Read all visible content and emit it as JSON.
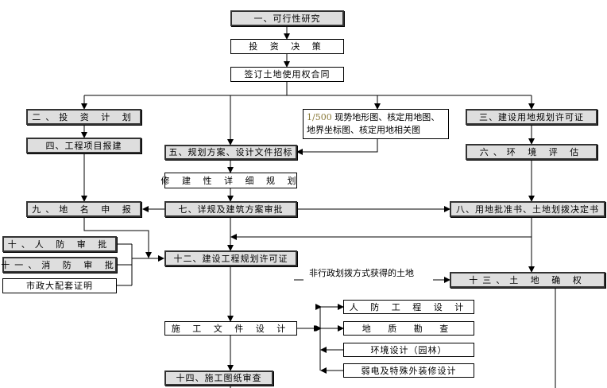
{
  "steps": {
    "s1": "一、可行性研究",
    "invest_decision": "投 资 决 策",
    "land_contract": "签订土地使用权合同",
    "s2": "二、投 资 计 划",
    "s4": "四、工程项目报建",
    "survey_maps_scale": "1/500",
    "survey_maps": " 现势地形图、核定用地图、地界坐标图、核定用地相关图",
    "s3": "三、建设用地规划许可证",
    "s6": "六、环 境 评 估",
    "s5": "五、规划方案、设计文件招标",
    "detail_plan": "修 建 性 详 细 规 划",
    "s7": "七、详规及建筑方案审批",
    "s9": "九、地 名 申 报",
    "s8": "八、用地批准书、土地划拨决定书",
    "s10": "十、人 防 审 批",
    "s11": "十一、消 防 审 批",
    "municipal": "市政大配套证明",
    "s12": "十二、建设工程规划许可证",
    "s13": "十三、土 地 确 权",
    "construction_design": "施 工 文 件 设 计",
    "civil_defense_design": "人 防 工 程 设 计",
    "geology": "地  质  勘  查",
    "landscape": "环境设计（园林）",
    "weak_current": "弱电及特殊外装修设计",
    "s14": "十四、施工图纸审查"
  },
  "annotations": {
    "non_admin_land": "非行政划拨方式获得的土地"
  }
}
